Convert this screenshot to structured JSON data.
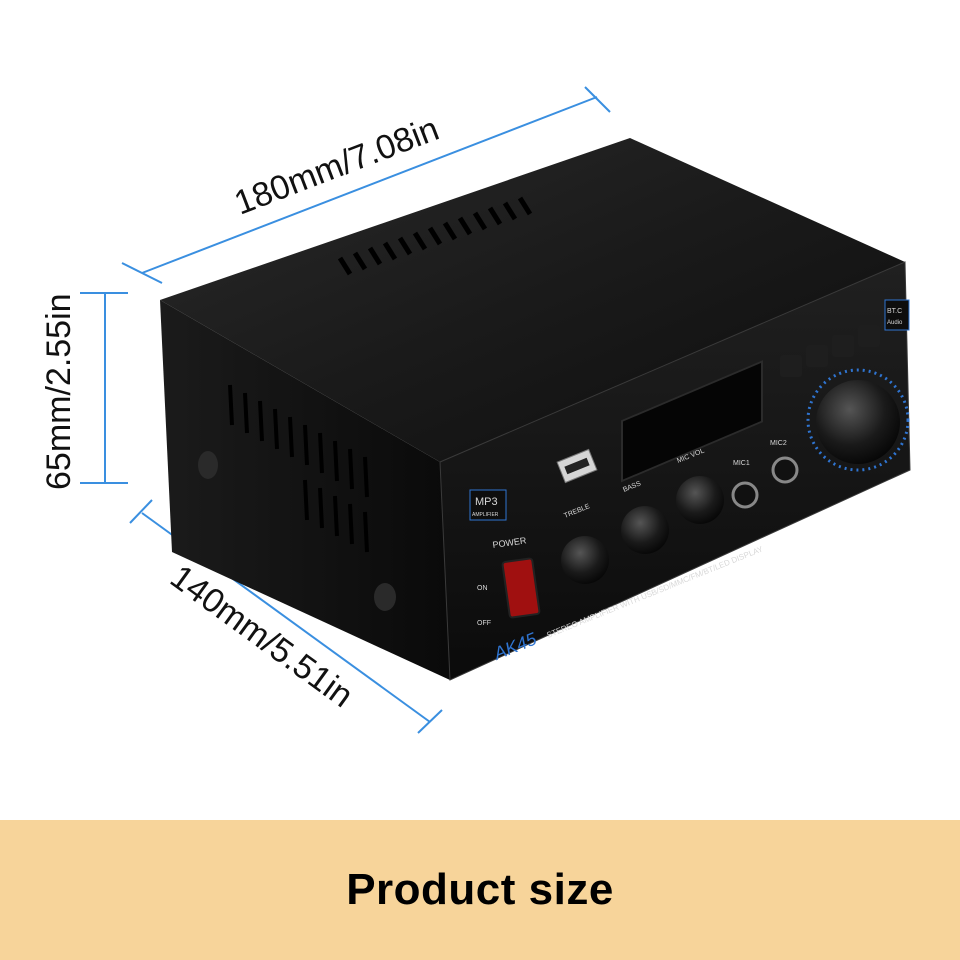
{
  "dimensions": {
    "width_label": "180mm/7.08in",
    "height_label": "65mm/2.55in",
    "depth_label": "140mm/5.51in",
    "line_color": "#3a8fe0"
  },
  "device": {
    "model": "AK45",
    "subtitle": "STEREO AMPLIFIER WITH USB/SD/MMC/FM/BT/LED DISPLAY",
    "display_badge_top": "MP3",
    "display_badge_bottom": "AMPLIFIER",
    "bt_badge_top": "BT.C",
    "bt_badge_bottom": "Audio",
    "power_label": "POWER",
    "on_label": "ON",
    "off_label": "OFF",
    "knob_labels": [
      "TREBLE",
      "BASS",
      "MIC VOL"
    ],
    "mic_labels": [
      "MIC1",
      "MIC2"
    ],
    "body_color": "#111111",
    "accent_color": "#2f74d0"
  },
  "banner": {
    "text": "Product size",
    "color": "#f7d49a"
  }
}
